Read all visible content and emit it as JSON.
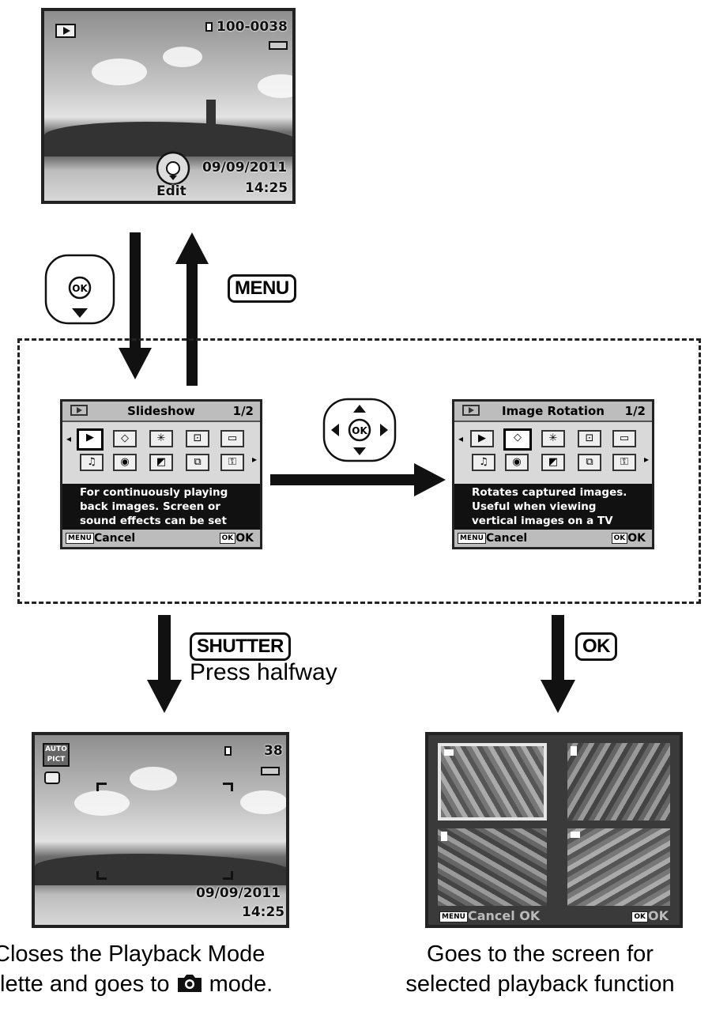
{
  "playback_screen": {
    "file_number": "100-0038",
    "date": "09/09/2011",
    "time": "14:25",
    "edit_label": "Edit"
  },
  "slideshow_menu": {
    "title": "Slideshow",
    "page": "1/2",
    "description": [
      "For continuously playing",
      "back images. Screen or",
      "sound effects can be set"
    ],
    "cancel_tag": "MENU",
    "cancel_label": "Cancel",
    "ok_tag": "OK",
    "ok_label": "OK"
  },
  "rotation_menu": {
    "title": "Image Rotation",
    "page": "1/2",
    "description": [
      "Rotates captured images.",
      "Useful when viewing",
      "vertical images on a TV"
    ],
    "cancel_tag": "MENU",
    "cancel_label": "Cancel",
    "ok_tag": "OK",
    "ok_label": "OK"
  },
  "capture_screen": {
    "mode_badge_line1": "AUTO",
    "mode_badge_line2": "PICT",
    "shots_remaining": "38",
    "date": "09/09/2011",
    "time": "14:25"
  },
  "rotation_screen": {
    "cancel_tag": "MENU",
    "cancel_label": "Cancel OK",
    "ok_tag": "OK",
    "ok_label": "OK"
  },
  "labels": {
    "menu_button": "MENU",
    "shutter_button": "SHUTTER",
    "press_halfway": "Press halfway",
    "ok_button": "OK"
  },
  "captions": {
    "left_line1": "Closes the Playback Mode",
    "left_line2_a": "lette and goes to",
    "left_line2_b": "mode.",
    "right_line1": "Goes to the screen for",
    "right_line2": "selected playback function"
  },
  "icons": {
    "ok_pad_down": "ok-button-with-down-arrow-icon",
    "four_way_pad": "four-way-controller-icon",
    "camera": "camera-icon"
  }
}
